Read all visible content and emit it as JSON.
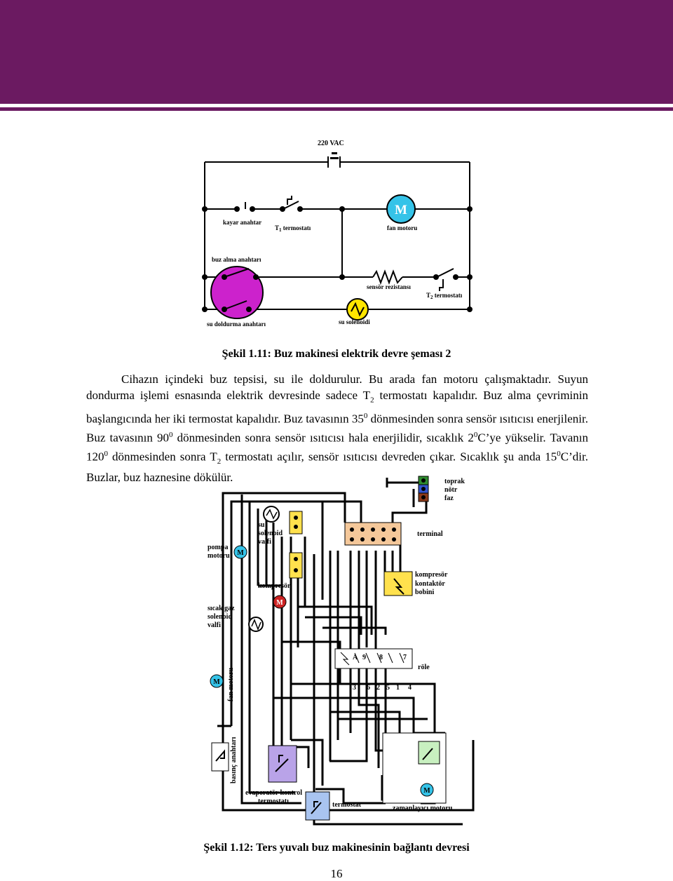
{
  "figure1": {
    "supply_label": "220 VAC",
    "labels": {
      "kayar_anahtar": "kayar anahtar",
      "t1_prefix": "T",
      "t1_sub": "1",
      "t1_suffix": " termostatı",
      "fan_motoru": "fan motoru",
      "buz_alma": "buz alma anahtarı",
      "sensor_rezistansi": "sensör rezistansı",
      "t2_prefix": "T",
      "t2_sub": "2",
      "t2_suffix": " termostatı",
      "su_doldurma": "su doldurma anahtarı",
      "su_solenoidi": "su solenoidi",
      "motor_symbol": "M"
    },
    "colors": {
      "motor": "#35c3e8",
      "ice_wheel": "#cc22cc",
      "solenoid": "#ffe600"
    }
  },
  "figure1_caption": "Şekil 1.11: Buz makinesi elektrik devre şeması 2",
  "paragraph": {
    "line1": "Cihazın içindeki buz tepsisi, su ile doldurulur. Bu arada fan motoru çalışmaktadır.",
    "s1a": "Suyun dondurma işlemi esnasında elektrik devresinde sadece T",
    "s1_sub": "2",
    "s1b": " termostatı kapalıdır. Buz alma çevriminin başlangıcında her iki termostat kapalıdır. Buz tavasının 35",
    "s1_sup": "0",
    "s1c": " dönmesinden sonra sensör ısıtıcısı enerjilenir. Buz tavasının 90",
    "s2_sup": "0",
    "s2a": " dönmesinden sonra sensör ısıtıcısı hala enerjilidir, sıcaklık 2",
    "s3_sup": "0",
    "s3a": "C’ye yükselir. Tavanın 120",
    "s4_sup": "0",
    "s4a": " dönmesinden sonra T",
    "s4_sub": "2",
    "s4b": " termostatı açılır, sensör ısıtıcısı devreden çıkar. Sıcaklık şu anda 15",
    "s5_sup": "0",
    "s5a": "C’dir. Buzlar, buz haznesine dökülür."
  },
  "figure2": {
    "labels": {
      "toprak": "toprak",
      "notr": "nötr",
      "faz": "faz",
      "su_solenoid_1": "su",
      "su_solenoid_2": "solenoid",
      "su_solenoid_3": "valfi",
      "terminal": "terminal",
      "pompa_1": "pompa",
      "pompa_2": "motoru",
      "kompresor": "kompresör",
      "kontaktor_1": "kompresör",
      "kontaktor_2": "kontaktör",
      "kontaktor_3": "bobini",
      "sicak_1": "sıcak gaz",
      "sicak_2": "solenoid",
      "sicak_3": "valfi",
      "fan_motoru": "fan motoru",
      "role": "röle",
      "basinc": "basınç anahtarı",
      "evap_1": "evaporatör kontrol",
      "evap_2": "termostatı",
      "termostat": "termostat",
      "zamanlayici": "zamanlayıcı motoru",
      "motor_symbol": "M"
    },
    "relay_top": [
      "A",
      "9",
      "8",
      "7"
    ],
    "relay_bottom": [
      "3",
      "6",
      "2",
      "5",
      "1",
      "4"
    ],
    "colors": {
      "ground": "#2e8b2e",
      "neutral": "#3355cc",
      "phase": "#8b3a1a",
      "terminal": "#f5c89a",
      "yellow_box": "#ffe14d",
      "motor": "#35c3e8",
      "compressor_motor": "#cc2222",
      "evap_box": "#b9a3e8",
      "thermo_box": "#a9c4f0",
      "timer_box": "#c8f0c0"
    }
  },
  "figure2_caption": "Şekil 1.12: Ters yuvalı buz makinesinin bağlantı devresi",
  "page_number": "16"
}
